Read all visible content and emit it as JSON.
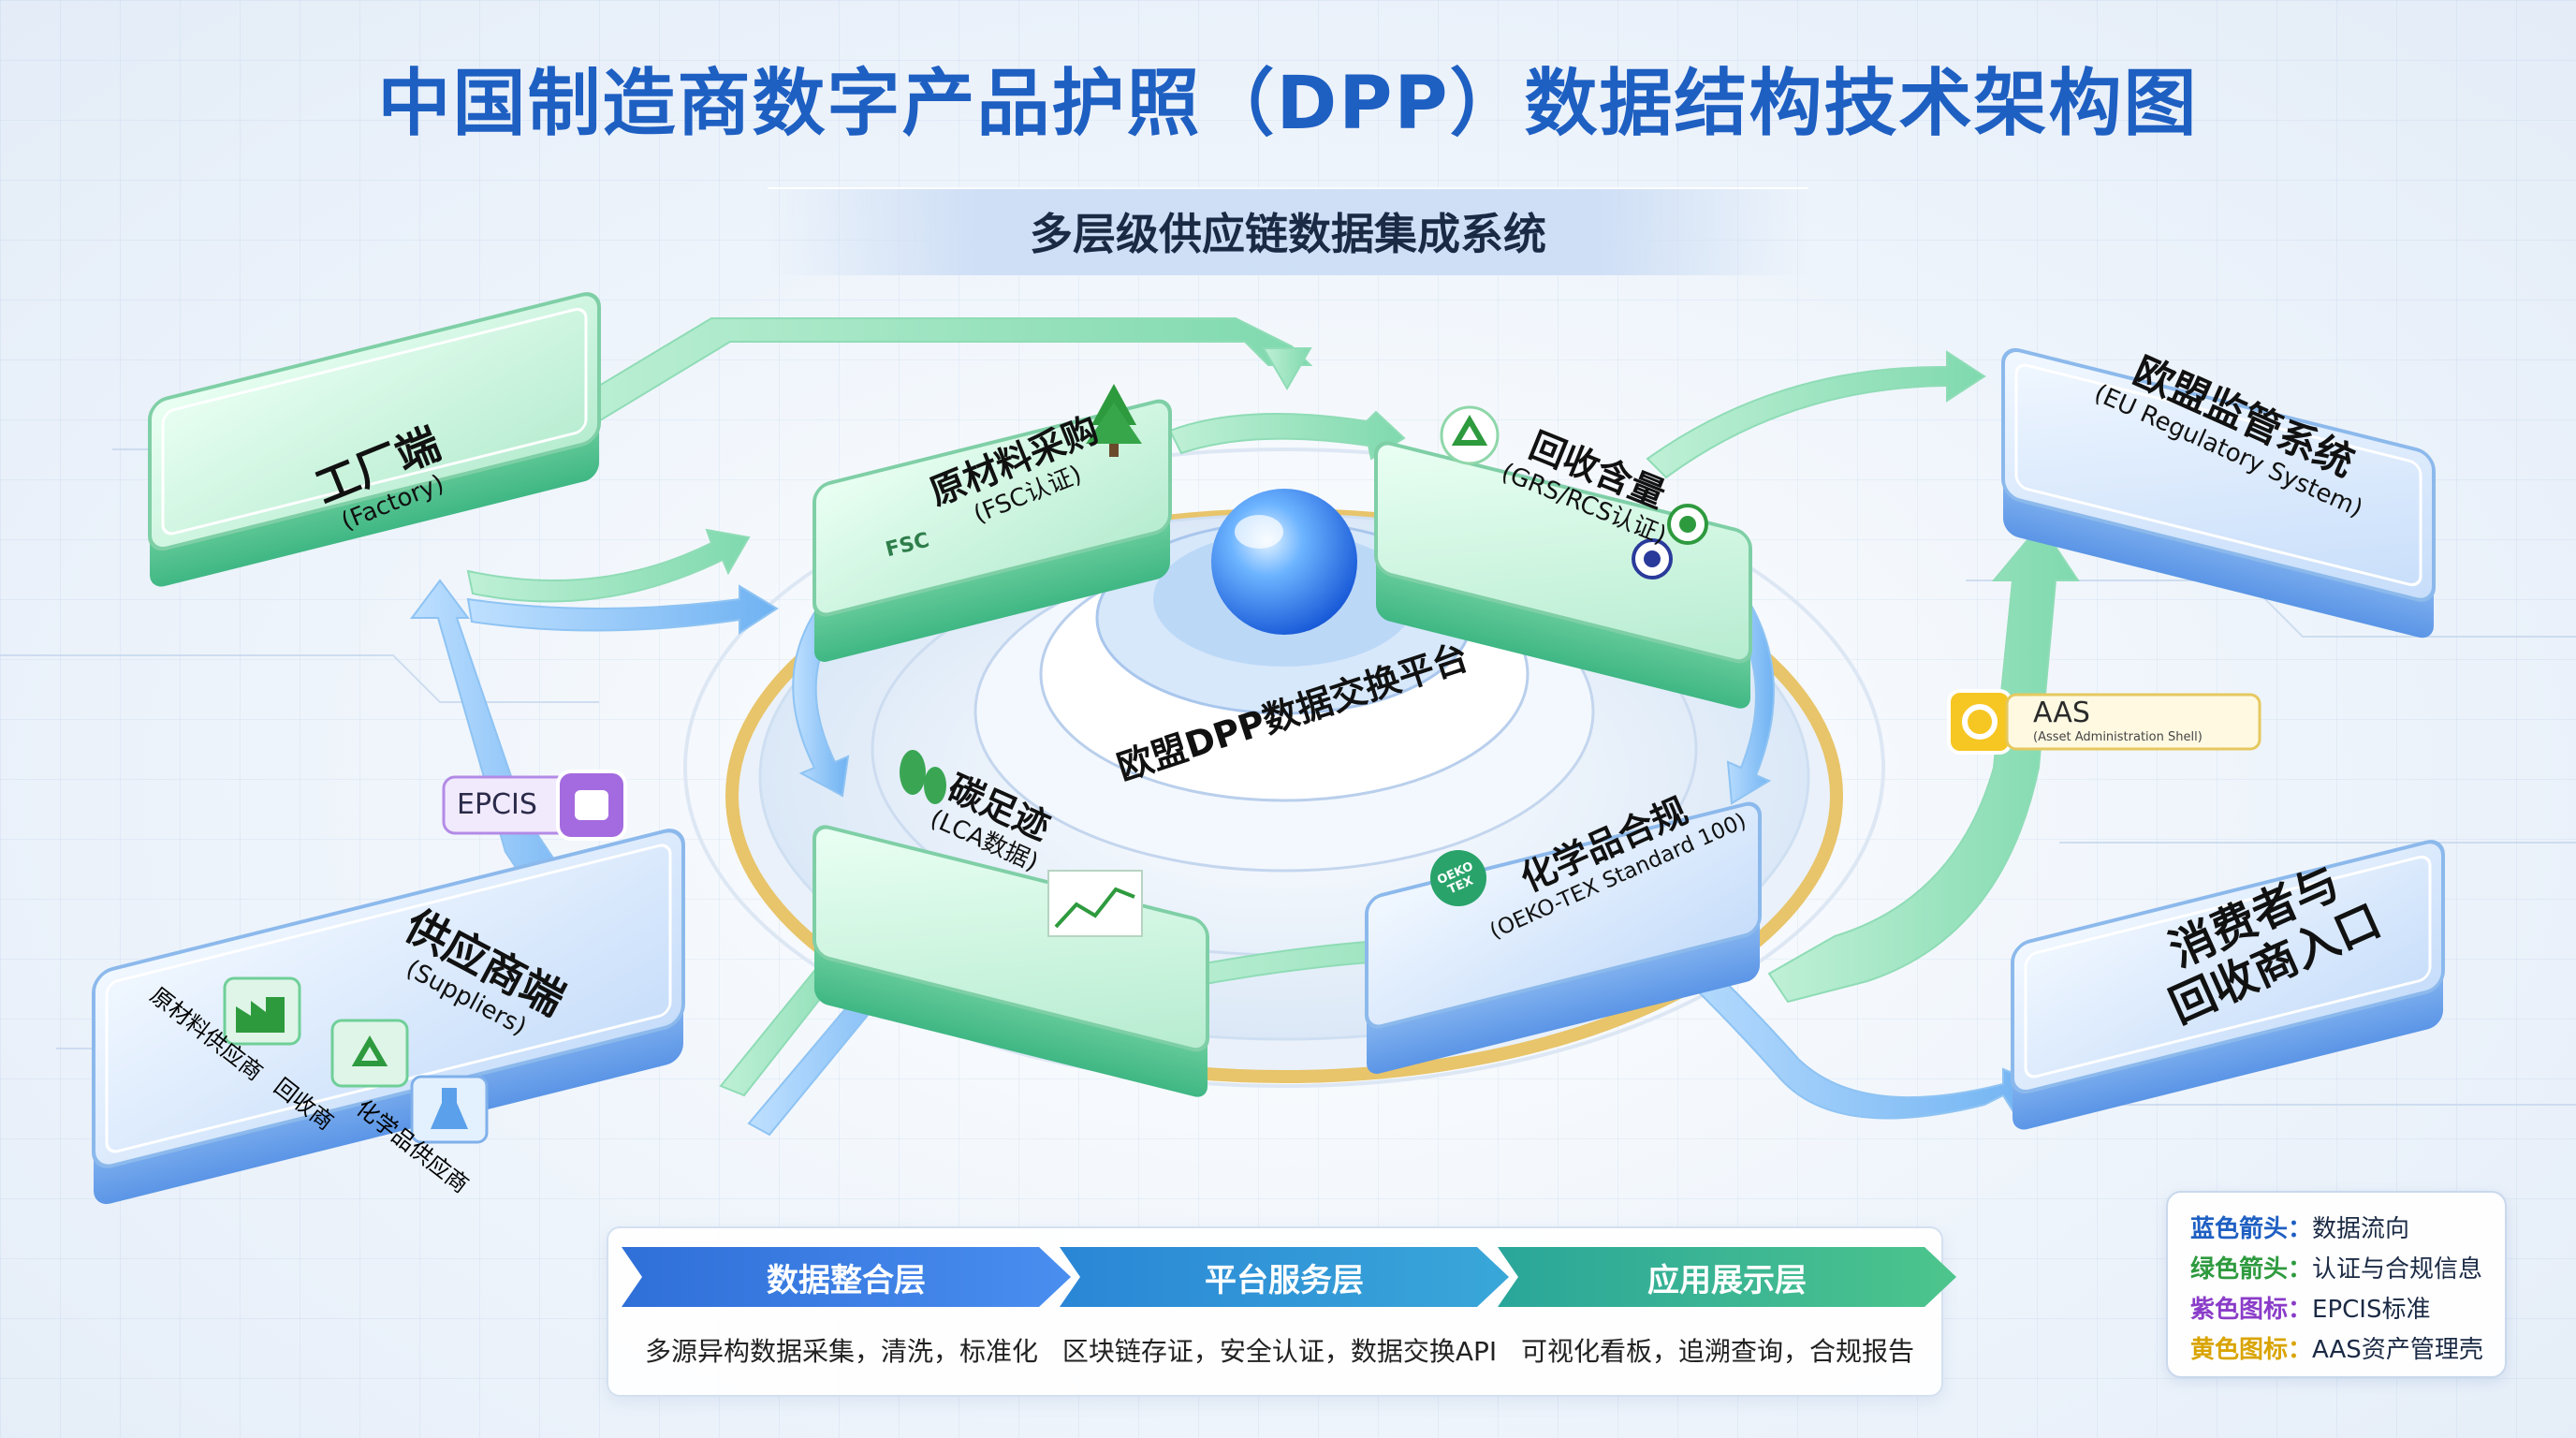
{
  "title": "中国制造商数字产品护照（DPP）数据结构技术架构图",
  "subtitle": "多层级供应链数据集成系统",
  "nodes": {
    "factory": {
      "zh": "工厂端",
      "en": "(Factory)"
    },
    "suppliers": {
      "zh": "供应商端",
      "en": "(Suppliers)",
      "items": [
        "原材料供应商",
        "回收商",
        "化学品供应商"
      ]
    },
    "raw_material": {
      "zh": "原材料采购",
      "en": "(FSC认证)",
      "badge": "FSC"
    },
    "recycled": {
      "zh": "回收含量",
      "en": "(GRS/RCS认证)"
    },
    "carbon": {
      "zh": "碳足迹",
      "en": "(LCA数据)"
    },
    "chemical": {
      "zh": "化学品合规",
      "en": "(OEKO-TEX Standard 100)",
      "badge": "OEKO TEX"
    },
    "platform": {
      "zh": "欧盟DPP数据交换平台"
    },
    "eu": {
      "zh": "欧盟监管系统",
      "en": "(EU Regulatory System)"
    },
    "consumer": {
      "zh1": "消费者与",
      "zh2": "回收商入口"
    }
  },
  "tags": {
    "epcis": "EPCIS",
    "aas": "AAS",
    "aas_sub": "(Asset Administration Shell)"
  },
  "layers": [
    {
      "name": "数据整合层",
      "desc": "多源异构数据采集，清洗，标准化",
      "color_from": "#2f6fd8",
      "color_to": "#4a8ef0"
    },
    {
      "name": "平台服务层",
      "desc": "区块链存证，安全认证，数据交换API",
      "color_from": "#2a86d6",
      "color_to": "#39a7d8"
    },
    {
      "name": "应用展示层",
      "desc": "可视化看板，追溯查询，合规报告",
      "color_from": "#2aa69a",
      "color_to": "#4dc58c"
    }
  ],
  "legend": [
    {
      "key": "蓝色箭头：",
      "value": "数据流向",
      "color": "#1e5fc2"
    },
    {
      "key": "绿色箭头：",
      "value": "认证与合规信息",
      "color": "#2e9a3e"
    },
    {
      "key": "紫色图标：",
      "value": "EPCIS标准",
      "color": "#8a3cc8"
    },
    {
      "key": "黄色图标：",
      "value": "AAS资产管理壳",
      "color": "#d9a400"
    }
  ],
  "colors": {
    "title": "#1e5fc2",
    "blue_arrow": "#4c9df0",
    "green_arrow": "#6fdca0",
    "card_green": "#c8f0dc",
    "card_blue": "#cfe3fb",
    "ring_gold": "#e8c46a"
  }
}
